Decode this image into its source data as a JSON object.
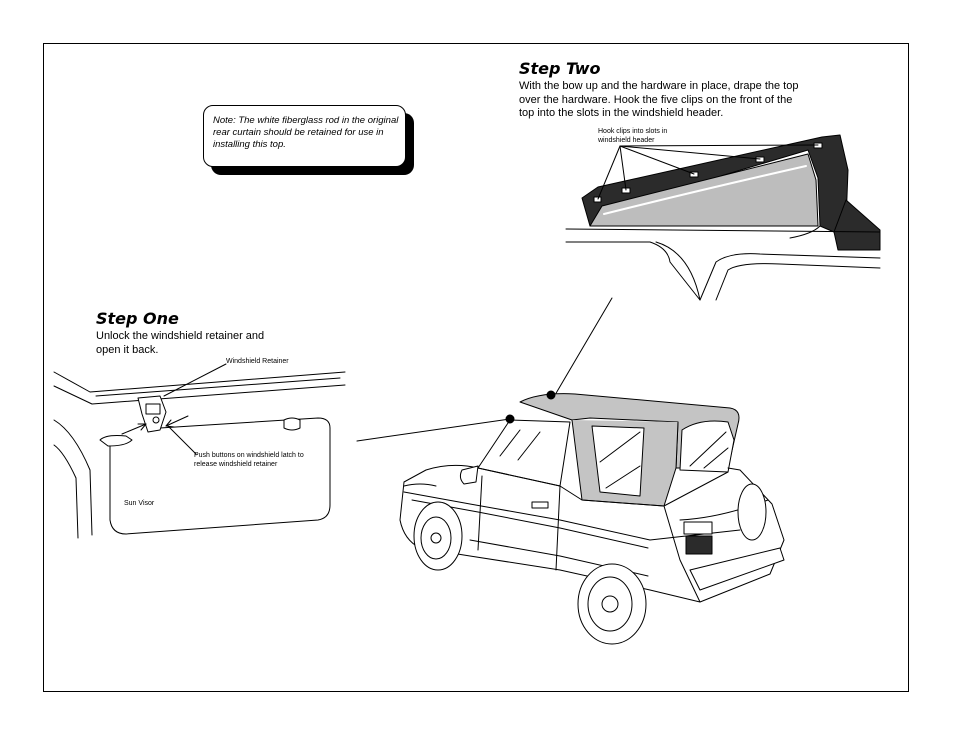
{
  "step_one": {
    "title": "Step One",
    "text": "Unlock the windshield retainer and open it back.",
    "label_retainer": "Windshield Retainer",
    "label_buttons": "Push buttons on windshield latch to release windshield retainer",
    "label_visor": "Sun Visor"
  },
  "step_two": {
    "title": "Step Two",
    "text": "With the bow up and the hardware in place, drape the top over the hardware. Hook the five clips on the front of the top into the slots in the windshield header.",
    "label_clips": "Hook clips into slots in windshield header"
  },
  "note": {
    "text": "Note: The white fiberglass rod in the original rear curtain should be retained for use in installing this top."
  },
  "colors": {
    "line": "#000000",
    "top_gray": "#bdbdbd",
    "glass_gray": "#d0d0d0"
  }
}
